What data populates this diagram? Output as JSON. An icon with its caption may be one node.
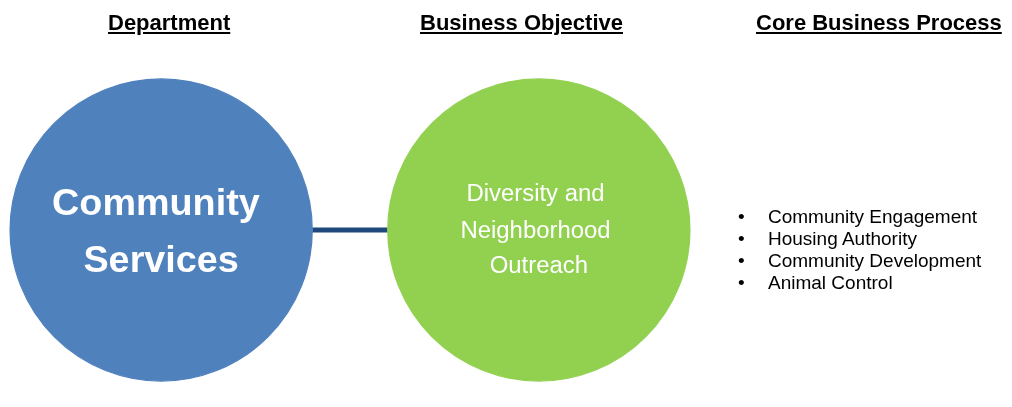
{
  "diagram": {
    "nodes": [
      {
        "text": [
          "Community Services"
        ]
      },
      {
        "text": [
          "Diversity and Neighborhood Outreach"
        ]
      }
    ],
    "edges": [
      {
        "from": 0,
        "to": 1,
        "arrow": "none",
        "color": "#1f497d"
      }
    ],
    "labels": [
      "Department",
      "Business Objective",
      "Core Business Process",
      "•",
      "Community Engagement",
      "•",
      "Housing Authority",
      "•",
      "Community Development",
      "•",
      "Animal Control"
    ]
  }
}
